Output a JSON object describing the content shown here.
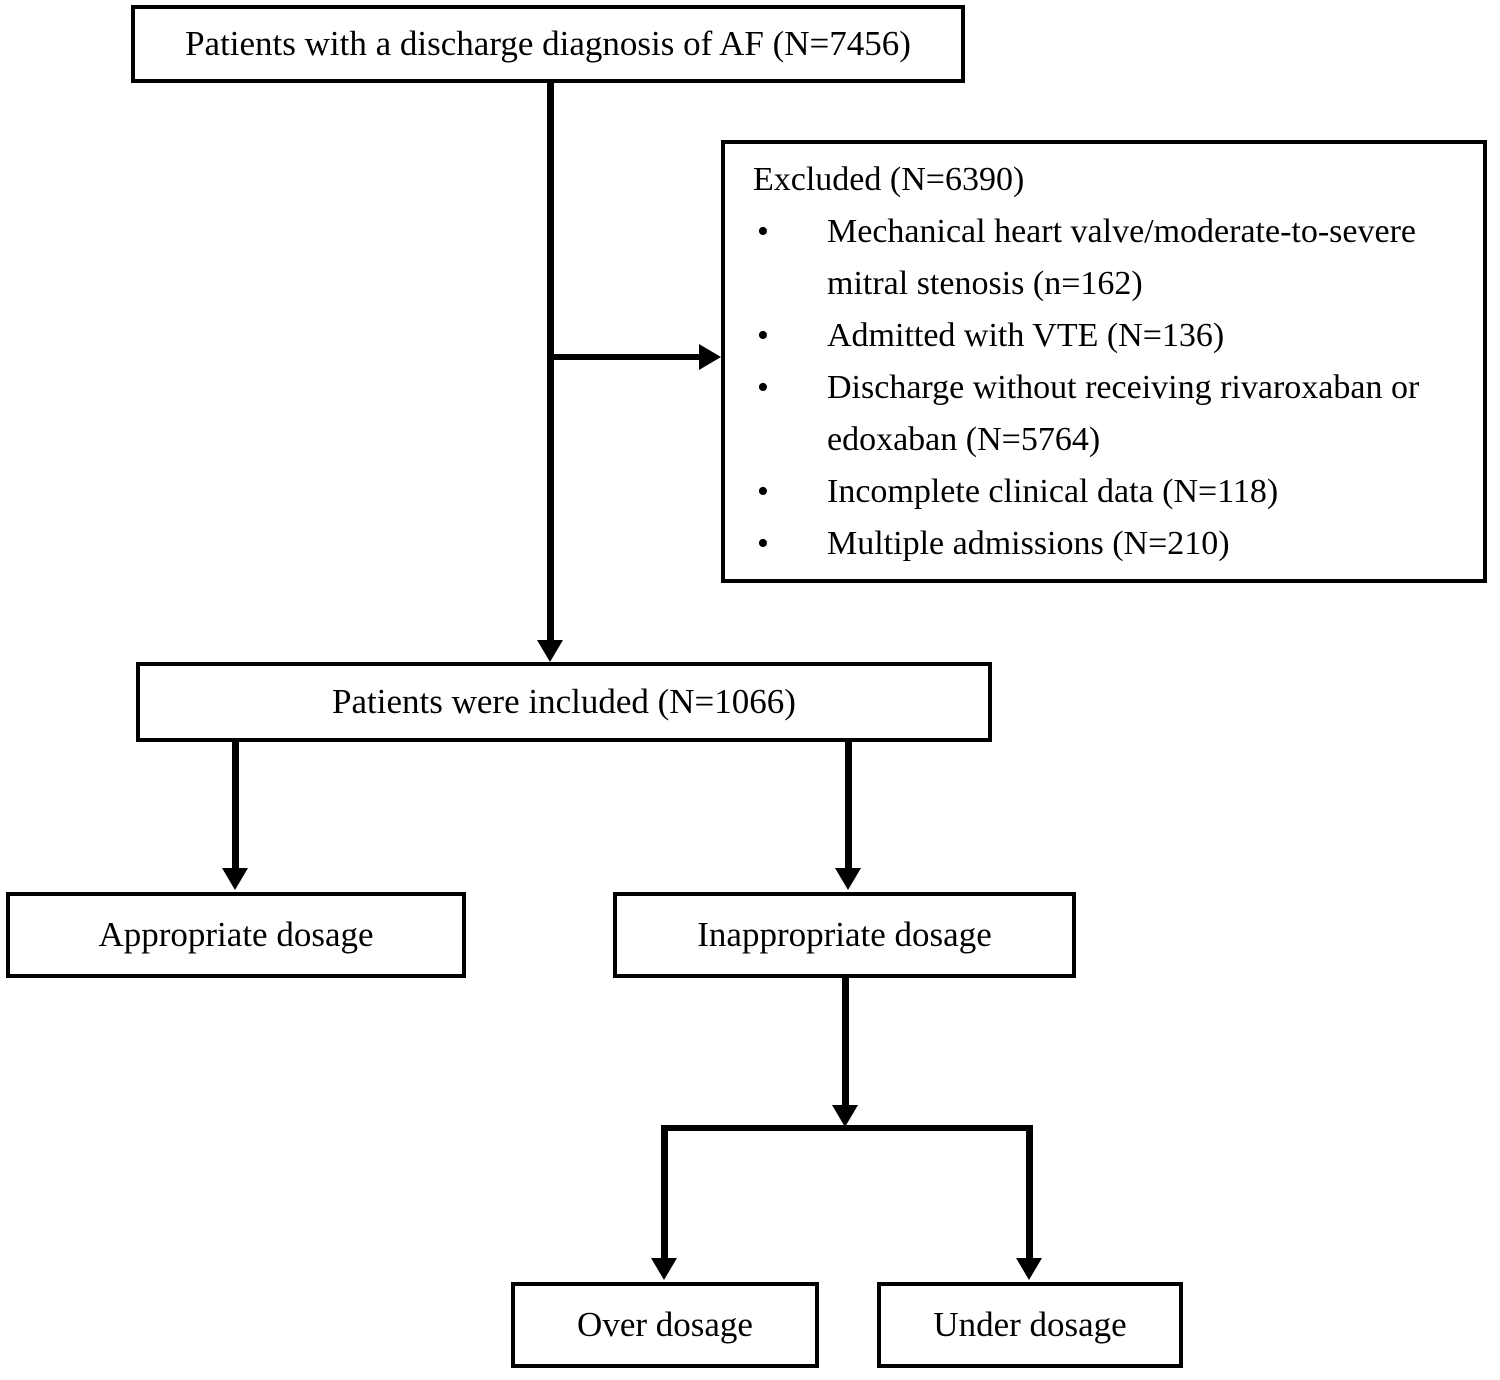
{
  "boxes": {
    "diagnosis": "Patients with a discharge diagnosis of AF (N=7456)",
    "included": "Patients were included (N=1066)",
    "appropriate": "Appropriate dosage",
    "inappropriate": "Inappropriate dosage",
    "over": "Over dosage",
    "under": "Under dosage"
  },
  "excluded": {
    "title": "Excluded (N=6390)",
    "items": [
      "Mechanical heart valve/moderate-to-severe mitral stenosis (n=162)",
      "Admitted with VTE (N=136)",
      "Discharge without receiving rivaroxaban or edoxaban (N=5764)",
      "Incomplete clinical data (N=118)",
      "Multiple admissions (N=210)"
    ]
  },
  "colors": {
    "line": "#000000",
    "box_border": "#000000",
    "text": "#000000",
    "background": "#ffffff"
  }
}
